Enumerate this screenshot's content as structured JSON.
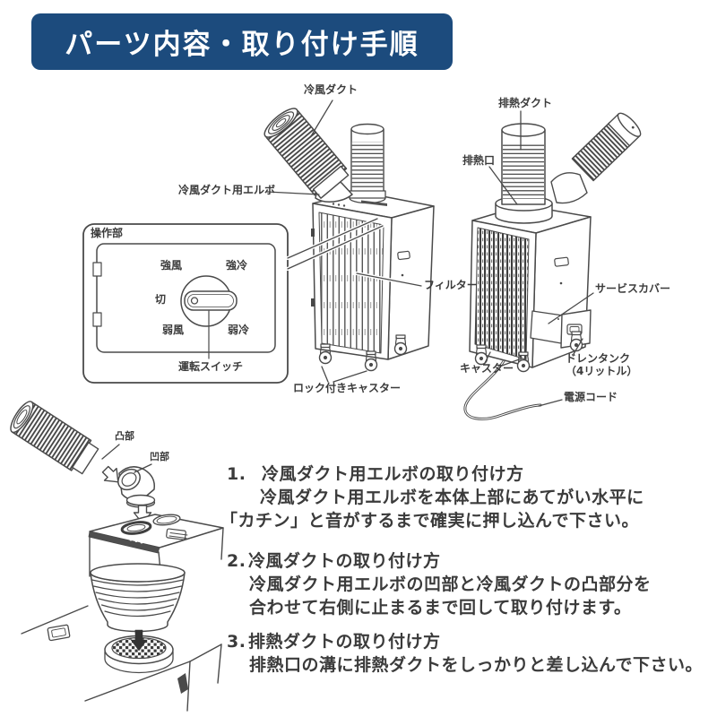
{
  "header": {
    "title": "パーツ内容・取り付け手順"
  },
  "colors": {
    "banner_bg": "#1c4b7d",
    "banner_text": "#ffffff",
    "text": "#3b3b3b",
    "line_art": "#4a4a4a"
  },
  "parts": {
    "cold_duct": "冷風ダクト",
    "cold_duct_elbow": "冷風ダクト用エルボ",
    "exhaust_duct": "排熱ダクト",
    "exhaust_outlet": "排熱口",
    "filter": "フィルター",
    "service_cover": "サービスカバー",
    "caster": "キャスター",
    "drain_tank": "ドレンタンク",
    "drain_tank_capacity": "（4リットル）",
    "power_cord": "電源コード",
    "locking_caster": "ロック付きキャスター"
  },
  "control_panel": {
    "title": "操作部",
    "high_fan": "強風",
    "high_cool": "強冷",
    "off": "切",
    "low_fan": "弱風",
    "low_cool": "弱冷",
    "run_switch": "運転スイッチ"
  },
  "attach_diagram": {
    "convex": "凸部",
    "concave": "凹部"
  },
  "instructions": [
    {
      "number": "1.",
      "title": "冷風ダクト用エルボの取り付け方",
      "lines": [
        "冷風ダクト用エルボを本体上部にあてがい水平に",
        "「カチン」と音がするまで確実に押し込んで下さい。"
      ]
    },
    {
      "number": "2.",
      "title": "冷風ダクトの取り付け方",
      "lines": [
        "冷風ダクト用エルボの凹部と冷風ダクトの凸部分を",
        "合わせて右側に止まるまで回して取り付けます。"
      ]
    },
    {
      "number": "3.",
      "title": "排熱ダクトの取り付け方",
      "lines": [
        "排熱口の溝に排熱ダクトをしっかりと差し込んで下さい。"
      ]
    }
  ]
}
